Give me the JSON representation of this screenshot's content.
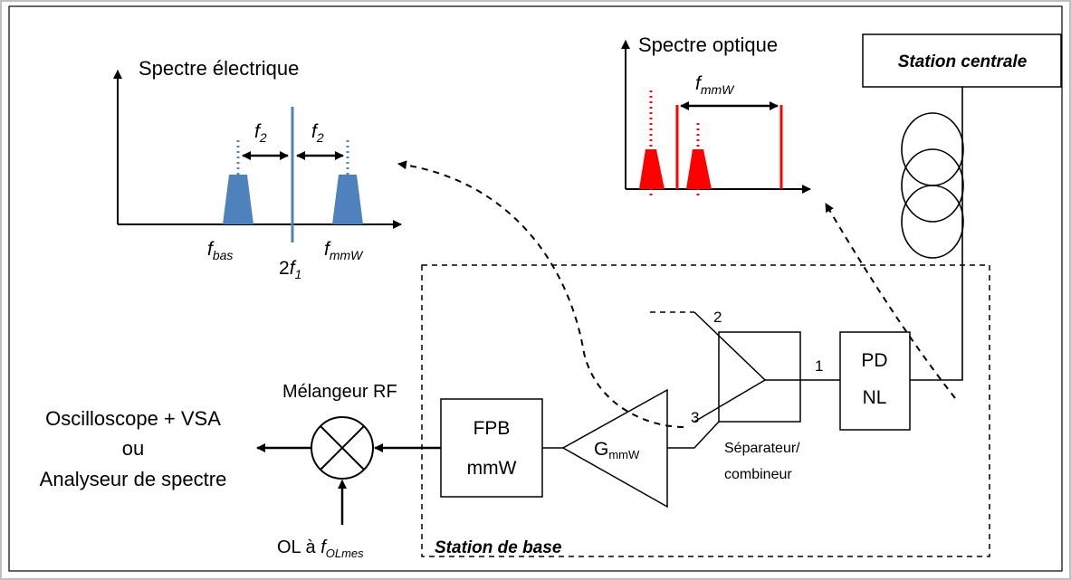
{
  "electric_spectrum": {
    "title": "Spectre électrique",
    "f_bas": "f",
    "f_bas_sub": "bas",
    "two": "2",
    "f1": "f",
    "f1_sub": "1",
    "f2_left": "f",
    "f2_left_sub": "2",
    "f2_right": "f",
    "f2_right_sub": "2",
    "fmmw": "f",
    "fmmw_sub": "mmW"
  },
  "optical_spectrum": {
    "title": "Spectre optique",
    "fmmw": "f",
    "fmmw_sub": "mmW"
  },
  "central_station": {
    "label": "Station centrale"
  },
  "base_station": {
    "label": "Station de base"
  },
  "blocks": {
    "pd_line1": "PD",
    "pd_line2": "NL",
    "splitter_line1": "Séparateur/",
    "splitter_line2": "combineur",
    "amp_main": "G",
    "amp_sub": "mmW",
    "filter_line1": "FPB",
    "filter_line2": "mmW",
    "mixer_label": "Mélangeur RF",
    "lo_prefix": "OL à ",
    "lo_f": "f",
    "lo_sub": "OLmes"
  },
  "ports": {
    "p1": "1",
    "p2": "2",
    "p3": "3"
  },
  "output": {
    "line1": "Oscilloscope  + VSA",
    "line2": "ou",
    "line3": "Analyseur de spectre"
  },
  "colors": {
    "blue": "#4f81bd",
    "red": "#ff0000",
    "border": "#bfbfbf"
  }
}
